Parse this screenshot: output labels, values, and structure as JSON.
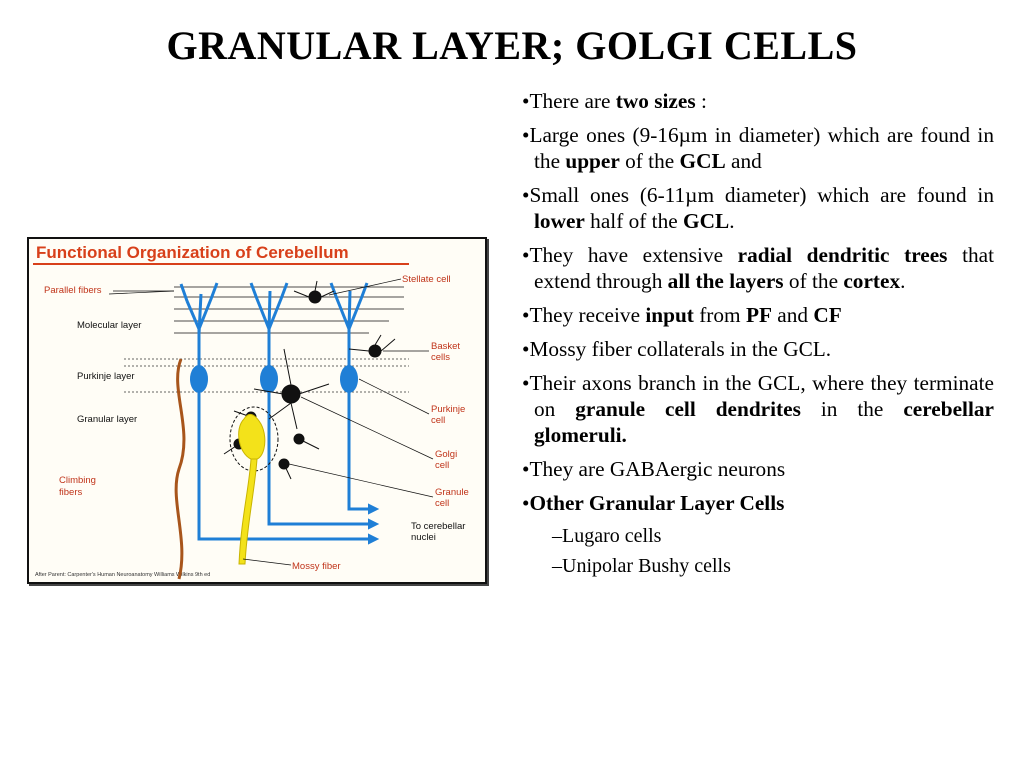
{
  "title": "GRANULAR LAYER; GOLGI CELLS",
  "figure": {
    "title": "Functional Organization of Cerebellum",
    "labels": {
      "parallel_fibers": "Parallel fibers",
      "molecular_layer": "Molecular layer",
      "purkinje_layer": "Purkinje layer",
      "granular_layer": "Granular layer",
      "climbing_fibers_1": "Climbing",
      "climbing_fibers_2": "fibers",
      "stellate_cell": "Stellate cell",
      "basket_cells_1": "Basket",
      "basket_cells_2": "cells",
      "purkinje_cell_1": "Purkinje",
      "purkinje_cell_2": "cell",
      "golgi_cell_1": "Golgi",
      "golgi_cell_2": "cell",
      "granule_cell_1": "Granule",
      "granule_cell_2": "cell",
      "to_nuclei_1": "To cerebellar",
      "to_nuclei_2": "nuclei",
      "mossy_fiber": "Mossy fiber",
      "credit": "After Parent: Carpenter's Human Neuroanatomy Williams Wilkins 9th ed"
    },
    "colors": {
      "title": "#d8401a",
      "purkinje": "#1f7fd6",
      "granule": "#f3e21a",
      "neuron": "#111111"
    }
  },
  "bullets": [
    {
      "id": "sizes",
      "parts": [
        {
          "t": "There are "
        },
        {
          "t": "two sizes",
          "b": true
        },
        {
          "t": " :"
        }
      ]
    },
    {
      "id": "large",
      "parts": [
        {
          "t": "Large ones (9-16µm in diameter) which are found in the "
        },
        {
          "t": "upper",
          "b": true
        },
        {
          "t": " of the "
        },
        {
          "t": "GCL",
          "b": true
        },
        {
          "t": " and"
        }
      ]
    },
    {
      "id": "small",
      "parts": [
        {
          "t": "Small ones (6-11µm diameter) which are found in "
        },
        {
          "t": "lower",
          "b": true
        },
        {
          "t": " half of the "
        },
        {
          "t": "GCL",
          "b": true
        },
        {
          "t": "."
        }
      ]
    },
    {
      "id": "dendrites",
      "parts": [
        {
          "t": "They have extensive "
        },
        {
          "t": "radial dendritic trees",
          "b": true
        },
        {
          "t": " that extend through "
        },
        {
          "t": "all the layers",
          "b": true
        },
        {
          "t": " of the "
        },
        {
          "t": "cortex",
          "b": true
        },
        {
          "t": "."
        }
      ]
    },
    {
      "id": "input",
      "parts": [
        {
          "t": "They receive "
        },
        {
          "t": "input",
          "b": true
        },
        {
          "t": " from "
        },
        {
          "t": "PF",
          "b": true
        },
        {
          "t": " and "
        },
        {
          "t": "CF",
          "b": true
        }
      ]
    },
    {
      "id": "mossy",
      "parts": [
        {
          "t": "Mossy fiber collaterals in the GCL."
        }
      ]
    },
    {
      "id": "axons",
      "parts": [
        {
          "t": "Their axons branch in the GCL, where they terminate on "
        },
        {
          "t": "granule cell dendrites",
          "b": true
        },
        {
          "t": " in the "
        },
        {
          "t": "cerebellar glomeruli.",
          "b": true
        }
      ]
    },
    {
      "id": "gaba",
      "parts": [
        {
          "t": "They are GABAergic neurons"
        }
      ]
    },
    {
      "id": "other",
      "parts": [
        {
          "t": "Other Granular Layer Cells",
          "b": true
        }
      ]
    }
  ],
  "sub_bullets": [
    "Lugaro cells",
    "Unipolar Bushy cells"
  ],
  "bullet_char": "•",
  "dash_char": "–"
}
